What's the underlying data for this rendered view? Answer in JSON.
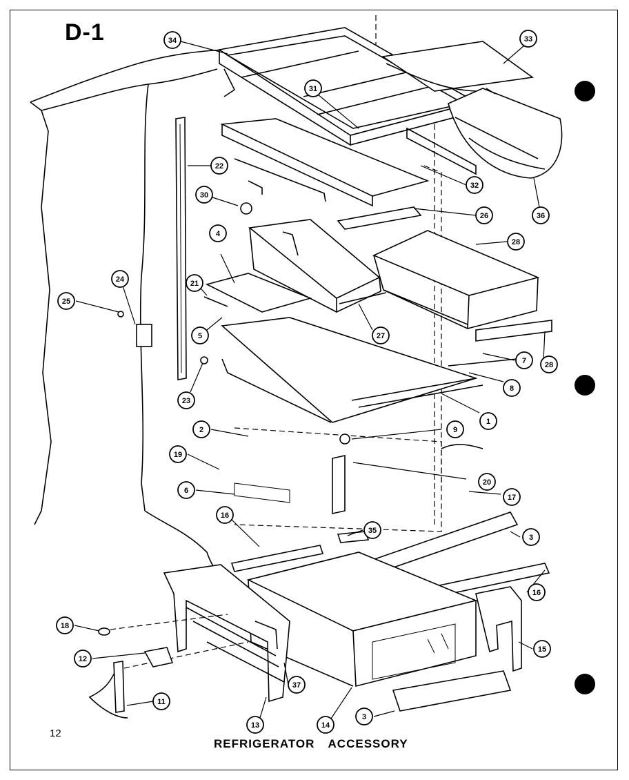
{
  "header": {
    "page_label": "D-1"
  },
  "footer": {
    "page_number": "12",
    "caption": "REFRIGERATOR ACCESSORY"
  },
  "callouts": [
    {
      "id": "c34",
      "label": "34"
    },
    {
      "id": "c33",
      "label": "33"
    },
    {
      "id": "c31",
      "label": "31"
    },
    {
      "id": "c22",
      "label": "22"
    },
    {
      "id": "c32",
      "label": "32"
    },
    {
      "id": "c36",
      "label": "36"
    },
    {
      "id": "c30",
      "label": "30"
    },
    {
      "id": "c26",
      "label": "26"
    },
    {
      "id": "c4",
      "label": "4"
    },
    {
      "id": "c28a",
      "label": "28"
    },
    {
      "id": "c21",
      "label": "21"
    },
    {
      "id": "c24",
      "label": "24"
    },
    {
      "id": "c25",
      "label": "25"
    },
    {
      "id": "c5",
      "label": "5"
    },
    {
      "id": "c27",
      "label": "27"
    },
    {
      "id": "c7",
      "label": "7"
    },
    {
      "id": "c28b",
      "label": "28"
    },
    {
      "id": "c23",
      "label": "23"
    },
    {
      "id": "c8",
      "label": "8"
    },
    {
      "id": "c1",
      "label": "1"
    },
    {
      "id": "c2",
      "label": "2"
    },
    {
      "id": "c9",
      "label": "9"
    },
    {
      "id": "c19",
      "label": "19"
    },
    {
      "id": "c20",
      "label": "20"
    },
    {
      "id": "c6",
      "label": "6"
    },
    {
      "id": "c17",
      "label": "17"
    },
    {
      "id": "c16a",
      "label": "16"
    },
    {
      "id": "c35",
      "label": "35"
    },
    {
      "id": "c3a",
      "label": "3"
    },
    {
      "id": "c16b",
      "label": "16"
    },
    {
      "id": "c18",
      "label": "18"
    },
    {
      "id": "c15",
      "label": "15"
    },
    {
      "id": "c12",
      "label": "12"
    },
    {
      "id": "c37",
      "label": "37"
    },
    {
      "id": "c11",
      "label": "11"
    },
    {
      "id": "c13",
      "label": "13"
    },
    {
      "id": "c14",
      "label": "14"
    },
    {
      "id": "c3b",
      "label": "3"
    }
  ]
}
